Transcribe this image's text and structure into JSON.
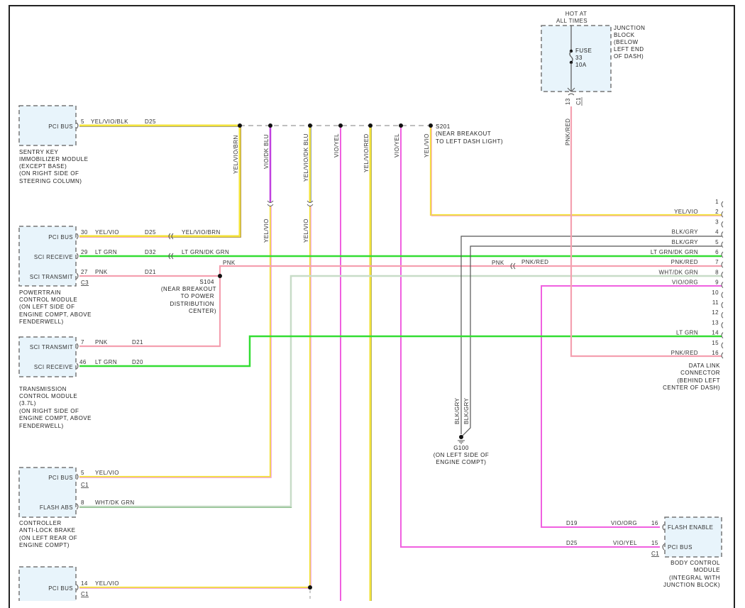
{
  "colors": {
    "yellow": "#f2e23a",
    "violet": "#e040e0",
    "pink": "#f4a0b0",
    "ltgreen": "#33dd33",
    "dkgreen": "#88c088",
    "gray": "#555555",
    "orange": "#f0a040",
    "module_fill": "#e8f4fb"
  },
  "junction_block": {
    "hot_label_1": "HOT AT",
    "hot_label_2": "ALL TIMES",
    "fuse_label": "FUSE",
    "fuse_number": "33",
    "fuse_rating": "10A",
    "name_lines": [
      "JUNCTION",
      "BLOCK",
      "(BELOW",
      "LEFT END",
      "OF DASH)"
    ],
    "pin": "13",
    "connector": "C1",
    "wire": "PNK/RED"
  },
  "splice_s201": {
    "id": "S201",
    "desc_1": "(NEAR BREAKOUT",
    "desc_2": "TO LEFT DASH LIGHT)",
    "drops": [
      "YEL/VIO/BRN",
      "VIO/DK BLU",
      "YEL/VIO/DK BLU",
      "VIO/YEL",
      "YEL/VIO/RED",
      "VIO/YEL",
      "YEL/VIO"
    ],
    "drop_lower": [
      "YEL/VIO",
      "YEL/VIO"
    ]
  },
  "sentry_key": {
    "pin_label": "PCI BUS",
    "pin": "5",
    "wire": "YEL/VIO/BLK",
    "circuit": "D25",
    "name_lines": [
      "SENTRY KEY",
      "IMMOBILIZER MODULE",
      "(EXCEPT BASE)",
      "(ON RIGHT SIDE OF",
      "STEERING COLUMN)"
    ]
  },
  "pcm": {
    "pins": [
      {
        "label": "PCI BUS",
        "pin": "30",
        "wire": "YEL/VIO",
        "circuit": "D25",
        "wire2": "YEL/VIO/BRN"
      },
      {
        "label": "SCI RECEIVE",
        "pin": "29",
        "wire": "LT GRN",
        "circuit": "D32",
        "wire2": "LT GRN/DK GRN"
      },
      {
        "label": "SCI TRANSMIT",
        "pin": "27",
        "wire": "PNK",
        "circuit": "D21"
      }
    ],
    "connector": "C3",
    "name_lines": [
      "POWERTRAIN",
      "CONTROL MODULE",
      "(ON LEFT SIDE OF",
      "ENGINE COMPT, ABOVE",
      "FENDERWELL)"
    ]
  },
  "splice_s104": {
    "id": "S104",
    "desc_lines": [
      "(NEAR BREAKOUT",
      "TO POWER",
      "DISTRIBUTION",
      "CENTER)"
    ],
    "wire_up": "PNK",
    "wire_inline_1": "PNK",
    "wire_inline_2": "PNK/RED"
  },
  "tcm": {
    "pins": [
      {
        "label": "SCI TRANSMIT",
        "pin": "7",
        "wire": "PNK",
        "circuit": "D21"
      },
      {
        "label": "SCI RECEIVE",
        "pin": "46",
        "wire": "LT GRN",
        "circuit": "D20"
      }
    ],
    "name_lines": [
      "TRANSMISSION",
      "CONTROL MODULE",
      "(3.7L)",
      "(ON RIGHT SIDE OF",
      "ENGINE COMPT, ABOVE",
      "FENDERWELL)"
    ]
  },
  "abs": {
    "pins": [
      {
        "label": "PCI BUS",
        "pin": "5",
        "wire": "YEL/VIO"
      },
      {
        "label": "FLASH ABS",
        "pin": "8",
        "wire": "WHT/DK GRN"
      }
    ],
    "connector": "C1",
    "name_lines": [
      "CONTROLLER",
      "ANTI-LOCK BRAKE",
      "(ON LEFT REAR OF",
      "ENGINE COMPT)"
    ]
  },
  "bottom_module": {
    "pin_label": "PCI BUS",
    "pin": "14",
    "wire": "YEL/VIO",
    "connector": "C1"
  },
  "dlc": {
    "pins": [
      {
        "pin": "1",
        "wire": ""
      },
      {
        "pin": "2",
        "wire": "YEL/VIO"
      },
      {
        "pin": "3",
        "wire": ""
      },
      {
        "pin": "4",
        "wire": "BLK/GRY"
      },
      {
        "pin": "5",
        "wire": "BLK/GRY"
      },
      {
        "pin": "6",
        "wire": "LT GRN/DK GRN"
      },
      {
        "pin": "7",
        "wire": "PNK/RED"
      },
      {
        "pin": "8",
        "wire": "WHT/DK GRN"
      },
      {
        "pin": "9",
        "wire": "VIO/ORG"
      },
      {
        "pin": "10",
        "wire": ""
      },
      {
        "pin": "11",
        "wire": ""
      },
      {
        "pin": "12",
        "wire": ""
      },
      {
        "pin": "13",
        "wire": ""
      },
      {
        "pin": "14",
        "wire": "LT GRN"
      },
      {
        "pin": "15",
        "wire": ""
      },
      {
        "pin": "16",
        "wire": "PNK/RED"
      }
    ],
    "name_lines": [
      "DATA LINK",
      "CONNECTOR",
      "(BEHIND LEFT",
      "CENTER OF DASH)"
    ]
  },
  "ground": {
    "id": "G100",
    "desc_1": "(ON LEFT SIDE OF",
    "desc_2": "ENGINE COMPT)",
    "wire_1": "BLK/GRY",
    "wire_2": "BLK/GRY"
  },
  "bcm": {
    "pins": [
      {
        "label": "FLASH ENABLE",
        "pin": "16",
        "wire": "VIO/ORG",
        "circuit": "D19"
      },
      {
        "label": "PCI BUS",
        "pin": "15",
        "wire": "VIO/YEL",
        "circuit": "D25"
      }
    ],
    "connector": "C1",
    "name_lines": [
      "BODY CONTROL",
      "MODULE",
      "(INTEGRAL WITH",
      "JUNCTION BLOCK)"
    ]
  }
}
